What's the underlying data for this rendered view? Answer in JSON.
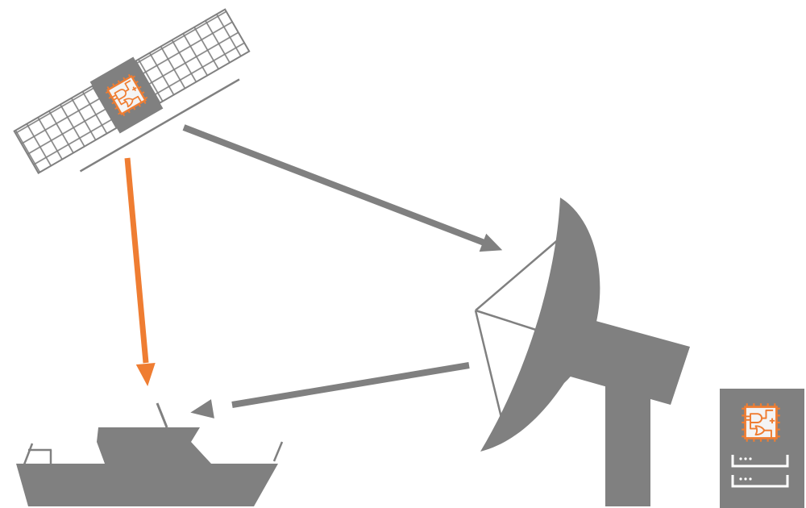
{
  "colors": {
    "gray": "#808080",
    "orange": "#ef7d32",
    "chip_bg": "#f4f4f4",
    "background": "#ffffff"
  },
  "nodes": [
    {
      "id": "satellite",
      "icon": "satellite-icon",
      "contains": "fpga-chip-icon"
    },
    {
      "id": "ground-station",
      "icon": "satellite-dish-icon"
    },
    {
      "id": "vessel",
      "icon": "ship-icon"
    },
    {
      "id": "server",
      "icon": "server-icon",
      "contains": "fpga-chip-icon"
    }
  ],
  "links": [
    {
      "from": "satellite",
      "to": "ground-station",
      "color": "#808080"
    },
    {
      "from": "satellite",
      "to": "vessel",
      "color": "#ef7d32"
    },
    {
      "from": "ground-station",
      "to": "vessel",
      "color": "#808080"
    }
  ]
}
